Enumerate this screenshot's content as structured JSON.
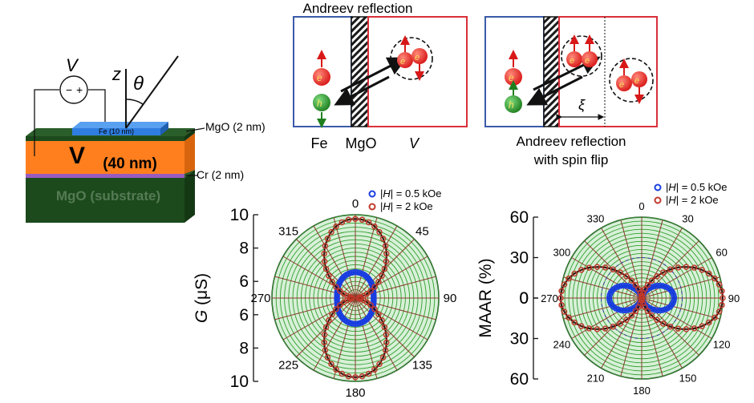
{
  "device": {
    "voltmeter_label": "V",
    "axis_z": "z",
    "angle_label": "θ",
    "fe_layer": "Fe (10 nm)",
    "mgo_top_label": "MgO (2 nm)",
    "v_layer_main": "V",
    "v_layer_thickness": "(40 nm)",
    "cr_label": "Cr (2 nm)",
    "substrate_label": "MgO (substrate)",
    "colors": {
      "fe": "#2f7de0",
      "vanadium": "#ff7f1e",
      "mgo": "#1c4a1c",
      "cr": "#9a5bc0"
    }
  },
  "schematics": {
    "left": {
      "title": "Andreev reflection",
      "labels": [
        "Fe",
        "MgO",
        "V"
      ]
    },
    "right": {
      "caption_line1": "Andreev reflection",
      "caption_line2": "with spin flip",
      "xi": "ξ"
    },
    "electron_symbol": "e",
    "hole_symbol": "h",
    "colors": {
      "fe_box": "#3a5ba8",
      "v_box": "#d9303a",
      "electron": "#e82020",
      "hole": "#2a9a2a"
    }
  },
  "legend": {
    "series": [
      {
        "label_prefix": "|",
        "label_var": "H",
        "label_suffix": "| = 0.5 kOe",
        "color": "#1a3ee0"
      },
      {
        "label_prefix": "|",
        "label_var": "H",
        "label_suffix": "| = 2 kOe",
        "color": "#c0392b"
      }
    ]
  },
  "chart_data": [
    {
      "type": "polar",
      "ylabel_var": "G",
      "ylabel_unit": " (μS)",
      "radial_range": [
        5,
        10
      ],
      "radial_ticks": [
        {
          "label": "10",
          "r": 10
        },
        {
          "label": "8",
          "r": 8
        },
        {
          "label": "6",
          "r": 6
        }
      ],
      "angle_ticks": [
        {
          "label": "0",
          "deg": 0
        },
        {
          "label": "45",
          "deg": 45
        },
        {
          "label": "90",
          "deg": 90
        },
        {
          "label": "135",
          "deg": 135
        },
        {
          "label": "180",
          "deg": 180
        },
        {
          "label": "225",
          "deg": 225
        },
        {
          "label": "270",
          "deg": 270
        },
        {
          "label": "315",
          "deg": 315
        }
      ],
      "series": [
        {
          "name": "|H| = 0.5 kOe",
          "fit": {
            "base": 6.1,
            "amp": 0.45,
            "shape": "cos2"
          }
        },
        {
          "name": "|H| = 2 kOe",
          "fit": {
            "base": 5.2,
            "amp": 4.55,
            "shape": "cos2"
          }
        }
      ],
      "grid_color": "#2fa02f",
      "background": "#d8f0d8"
    },
    {
      "type": "polar",
      "ylabel": "MAAR (%)",
      "radial_range": [
        0,
        60
      ],
      "radial_ticks": [
        {
          "label": "60",
          "r": 60
        },
        {
          "label": "30",
          "r": 30
        },
        {
          "label": "0",
          "r": 0
        }
      ],
      "angle_ticks": [
        {
          "label": "0",
          "deg": 0
        },
        {
          "label": "30",
          "deg": 30
        },
        {
          "label": "60",
          "deg": 60
        },
        {
          "label": "90",
          "deg": 90
        },
        {
          "label": "120",
          "deg": 120
        },
        {
          "label": "150",
          "deg": 150
        },
        {
          "label": "180",
          "deg": 180
        },
        {
          "label": "210",
          "deg": 210
        },
        {
          "label": "240",
          "deg": 240
        },
        {
          "label": "270",
          "deg": 270
        },
        {
          "label": "300",
          "deg": 300
        },
        {
          "label": "330",
          "deg": 330
        }
      ],
      "series": [
        {
          "name": "|H| = 0.5 kOe",
          "fit": {
            "amp": 24,
            "shape": "sin2"
          }
        },
        {
          "name": "|H| = 2 kOe",
          "fit": {
            "amp": 60,
            "shape": "sin2"
          }
        }
      ],
      "grid_color": "#2fa02f",
      "background": "#d8f0d8"
    }
  ]
}
